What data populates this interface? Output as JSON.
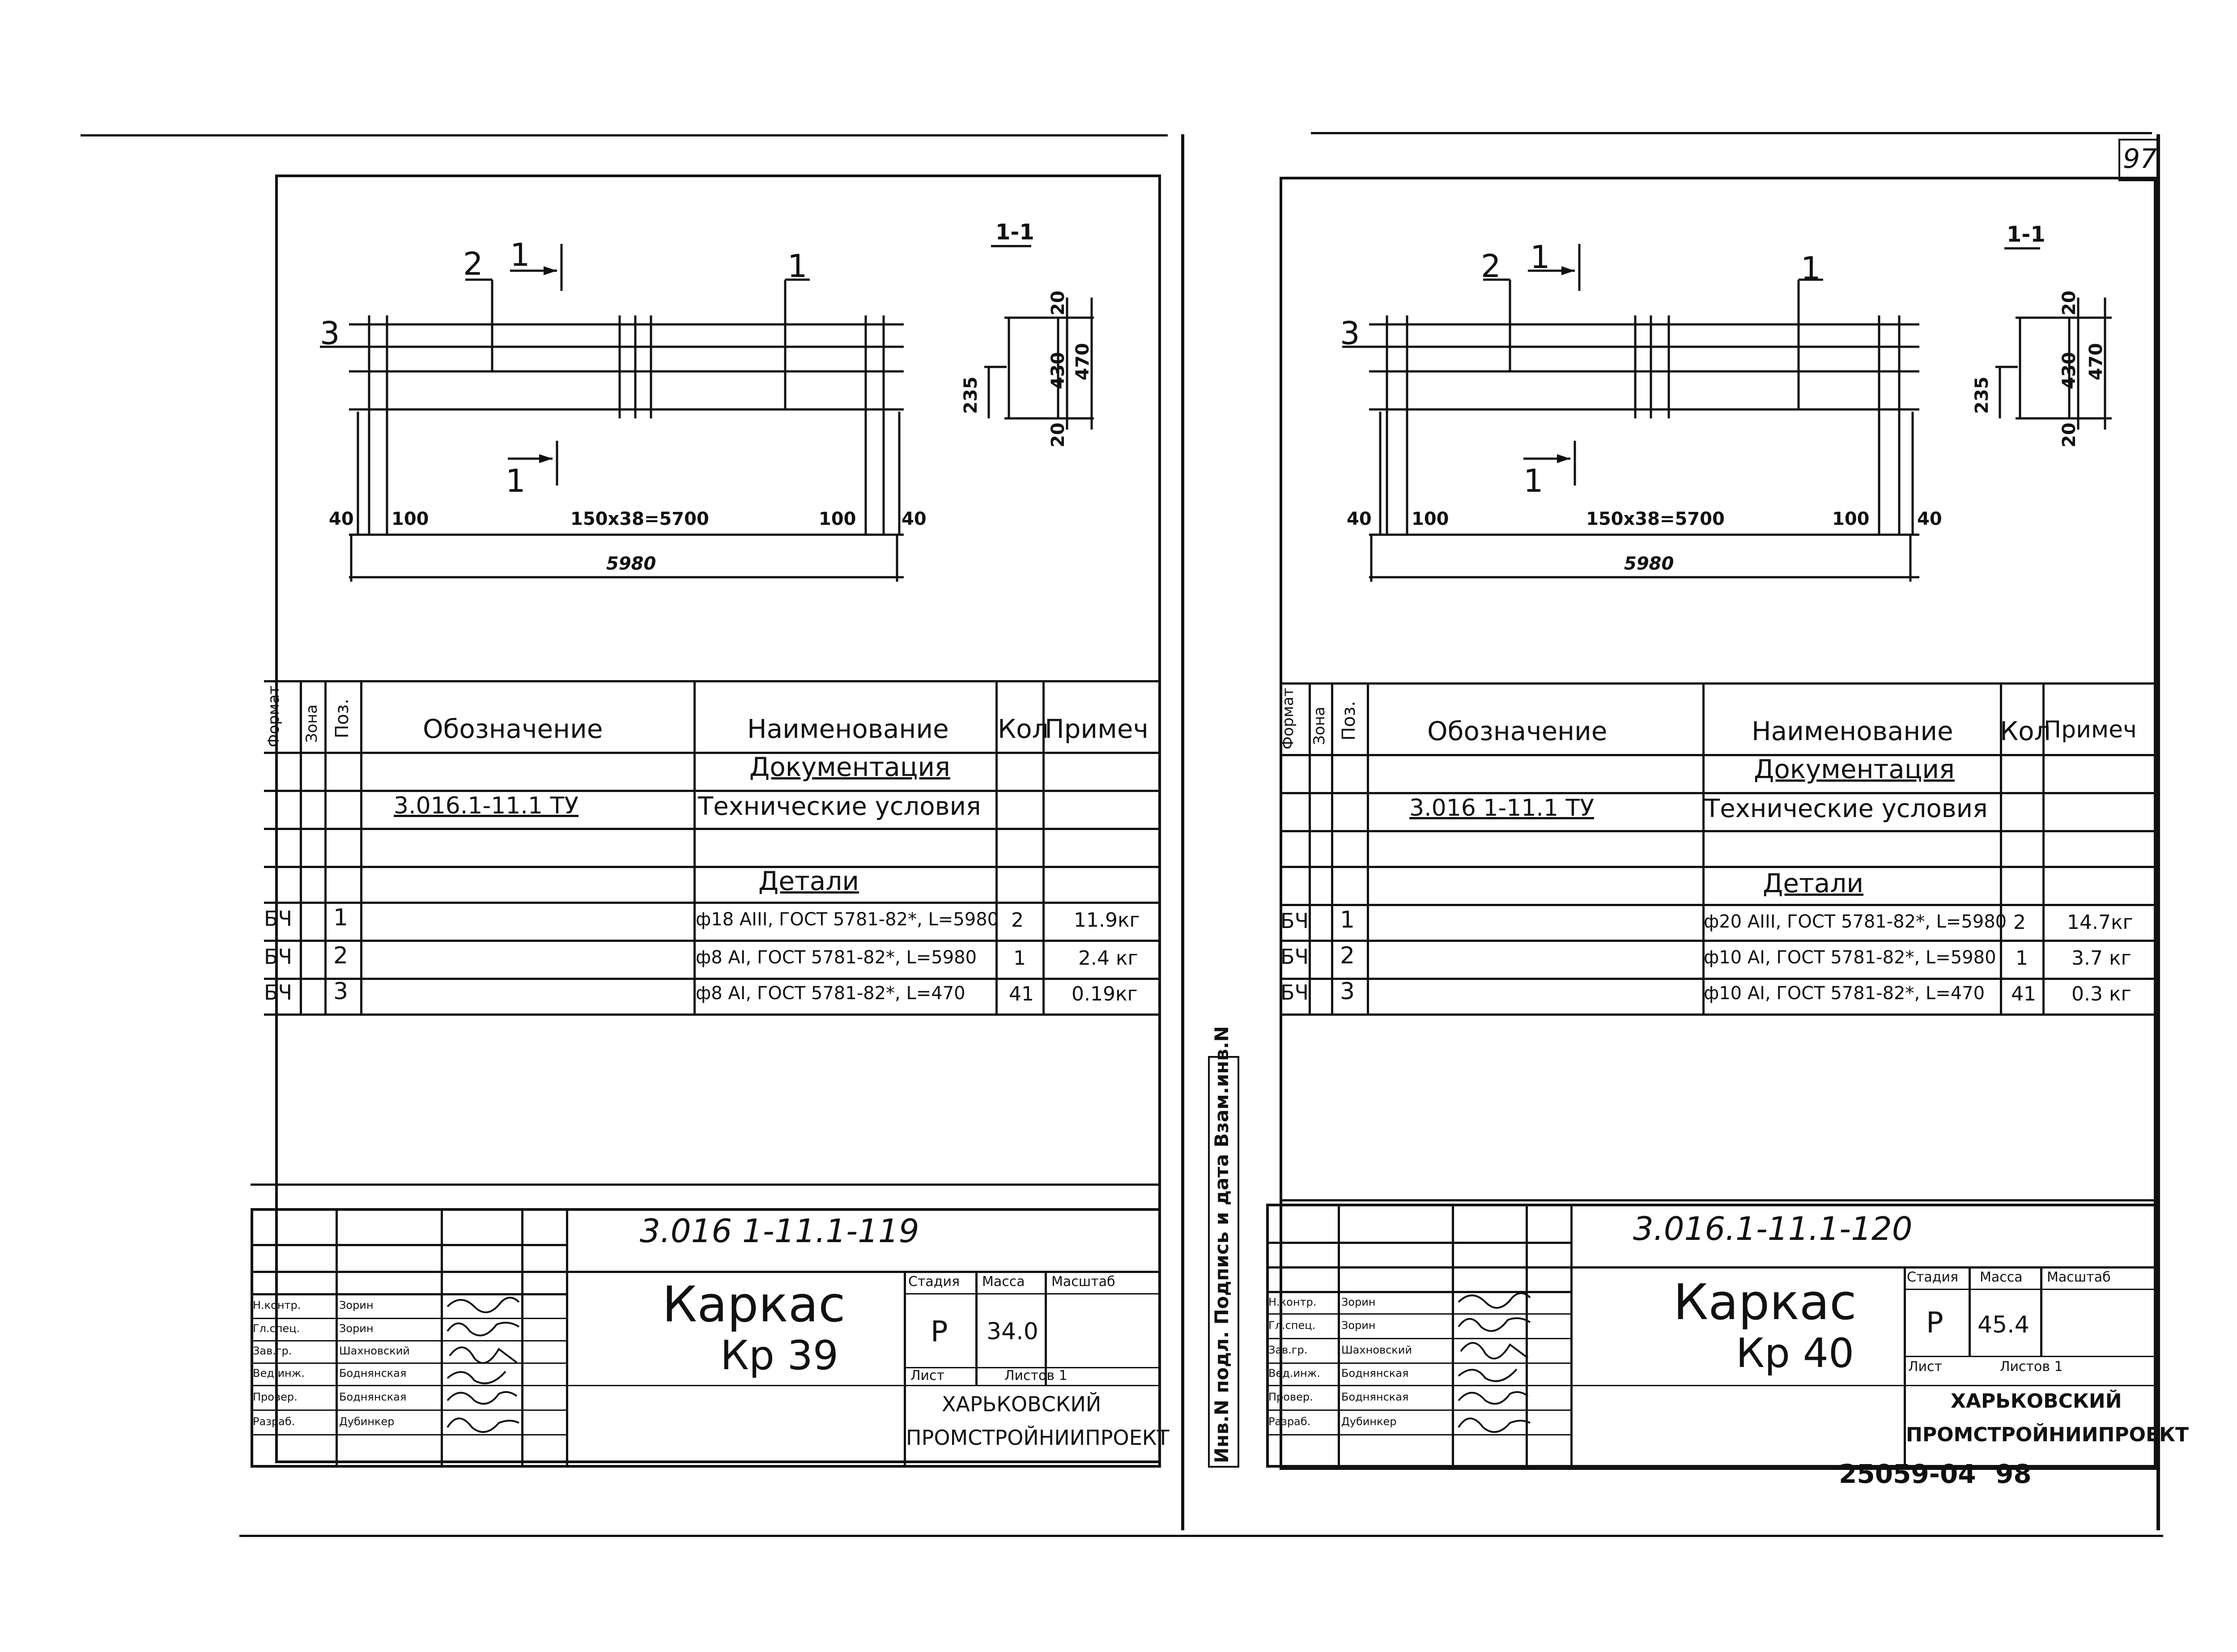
{
  "page_number": "97",
  "bottom_archive": "25059-04",
  "bottom_page": "98",
  "side_stamp": "Инв.N подл.  Подпись и дата  Взам.инв.N",
  "sheets": [
    {
      "section_label": "1-1",
      "dims": {
        "pos2": "2",
        "pos3": "3",
        "cut_top": "1",
        "cut_mid": "1",
        "cut_bottom": "1",
        "d40l": "40",
        "d100l": "100",
        "d_span": "150x38=5700",
        "d100r": "100",
        "d40r": "40",
        "d_total": "5980",
        "s20t": "20",
        "s430": "430",
        "s470": "470",
        "s235": "235",
        "s20b": "20"
      },
      "table": {
        "headers": {
          "format": "Формат",
          "zone": "Зона",
          "pos": "Поз.",
          "designation": "Обозначение",
          "name": "Наименование",
          "qty": "Кол",
          "note": "Примеч"
        },
        "section_docs": "Документация",
        "doc_code": "3.016.1-11.1  ТУ",
        "doc_name": "Технические условия",
        "section_parts": "Детали",
        "rows": [
          {
            "format": "БЧ",
            "pos": "1",
            "name": "ф18 AIII, ГОСТ 5781-82*, L=5980",
            "qty": "2",
            "note": "11.9кг"
          },
          {
            "format": "БЧ",
            "pos": "2",
            "name": "ф8 AI, ГОСТ 5781-82*, L=5980",
            "qty": "1",
            "note": "2.4 кг"
          },
          {
            "format": "БЧ",
            "pos": "3",
            "name": "ф8 AI, ГОСТ 5781-82*, L=470",
            "qty": "41",
            "note": "0.19кг"
          }
        ]
      },
      "stamp": {
        "doc_number": "3.016 1-11.1-119",
        "title1": "Каркас",
        "title2": "Кр 39",
        "roles": [
          "Н.контр.",
          "Гл.спец.",
          "Зав.гр.",
          "Вед.инж.",
          "Провер.",
          "Разраб."
        ],
        "names": [
          "Зорин",
          "Зорин",
          "Шахновский",
          "Боднянская",
          "Боднянская",
          "Дубинкер"
        ],
        "stage_label": "Стадия",
        "mass_label": "Масса",
        "scale_label": "Масштаб",
        "stage": "Р",
        "mass": "34.0",
        "sheet_label": "Лист",
        "sheets_label": "Листов 1",
        "org1": "ХАРЬКОВСКИЙ",
        "org2": "ПРОМСТРОЙНИИПРОЕКТ"
      }
    },
    {
      "section_label": "1-1",
      "dims": {
        "pos2": "2",
        "pos3": "3",
        "cut_top": "1",
        "cut_mid": "1",
        "cut_bottom": "1",
        "d40l": "40",
        "d100l": "100",
        "d_span": "150x38=5700",
        "d100r": "100",
        "d40r": "40",
        "d_total": "5980",
        "s20t": "20",
        "s430": "430",
        "s470": "470",
        "s235": "235",
        "s20b": "20"
      },
      "table": {
        "headers": {
          "format": "Формат",
          "zone": "Зона",
          "pos": "Поз.",
          "designation": "Обозначение",
          "name": "Наименование",
          "qty": "Кол",
          "note": "Примеч"
        },
        "section_docs": "Документация",
        "doc_code": "3.016 1-11.1 ТУ",
        "doc_name": "Технические условия",
        "section_parts": "Детали",
        "rows": [
          {
            "format": "БЧ",
            "pos": "1",
            "name": "ф20 AIII, ГОСТ 5781-82*, L=5980",
            "qty": "2",
            "note": "14.7кг"
          },
          {
            "format": "БЧ",
            "pos": "2",
            "name": "ф10 AI, ГОСТ 5781-82*, L=5980",
            "qty": "1",
            "note": "3.7 кг"
          },
          {
            "format": "БЧ",
            "pos": "3",
            "name": "ф10 AI, ГОСТ 5781-82*, L=470",
            "qty": "41",
            "note": "0.3 кг"
          }
        ]
      },
      "stamp": {
        "doc_number": "3.016.1-11.1-120",
        "title1": "Каркас",
        "title2": "Кр 40",
        "roles": [
          "Н.контр.",
          "Гл.спец.",
          "Зав.гр.",
          "Вед.инж.",
          "Провер.",
          "Разраб."
        ],
        "names": [
          "Зорин",
          "Зорин",
          "Шахновский",
          "Боднянская",
          "Боднянская",
          "Дубинкер"
        ],
        "stage_label": "Стадия",
        "mass_label": "Масса",
        "scale_label": "Масштаб",
        "stage": "Р",
        "mass": "45.4",
        "sheet_label": "Лист",
        "sheets_label": "Листов 1",
        "org1": "ХАРЬКОВСКИЙ",
        "org2": "ПРОМСТРОЙНИИПРОЕКТ"
      }
    }
  ]
}
